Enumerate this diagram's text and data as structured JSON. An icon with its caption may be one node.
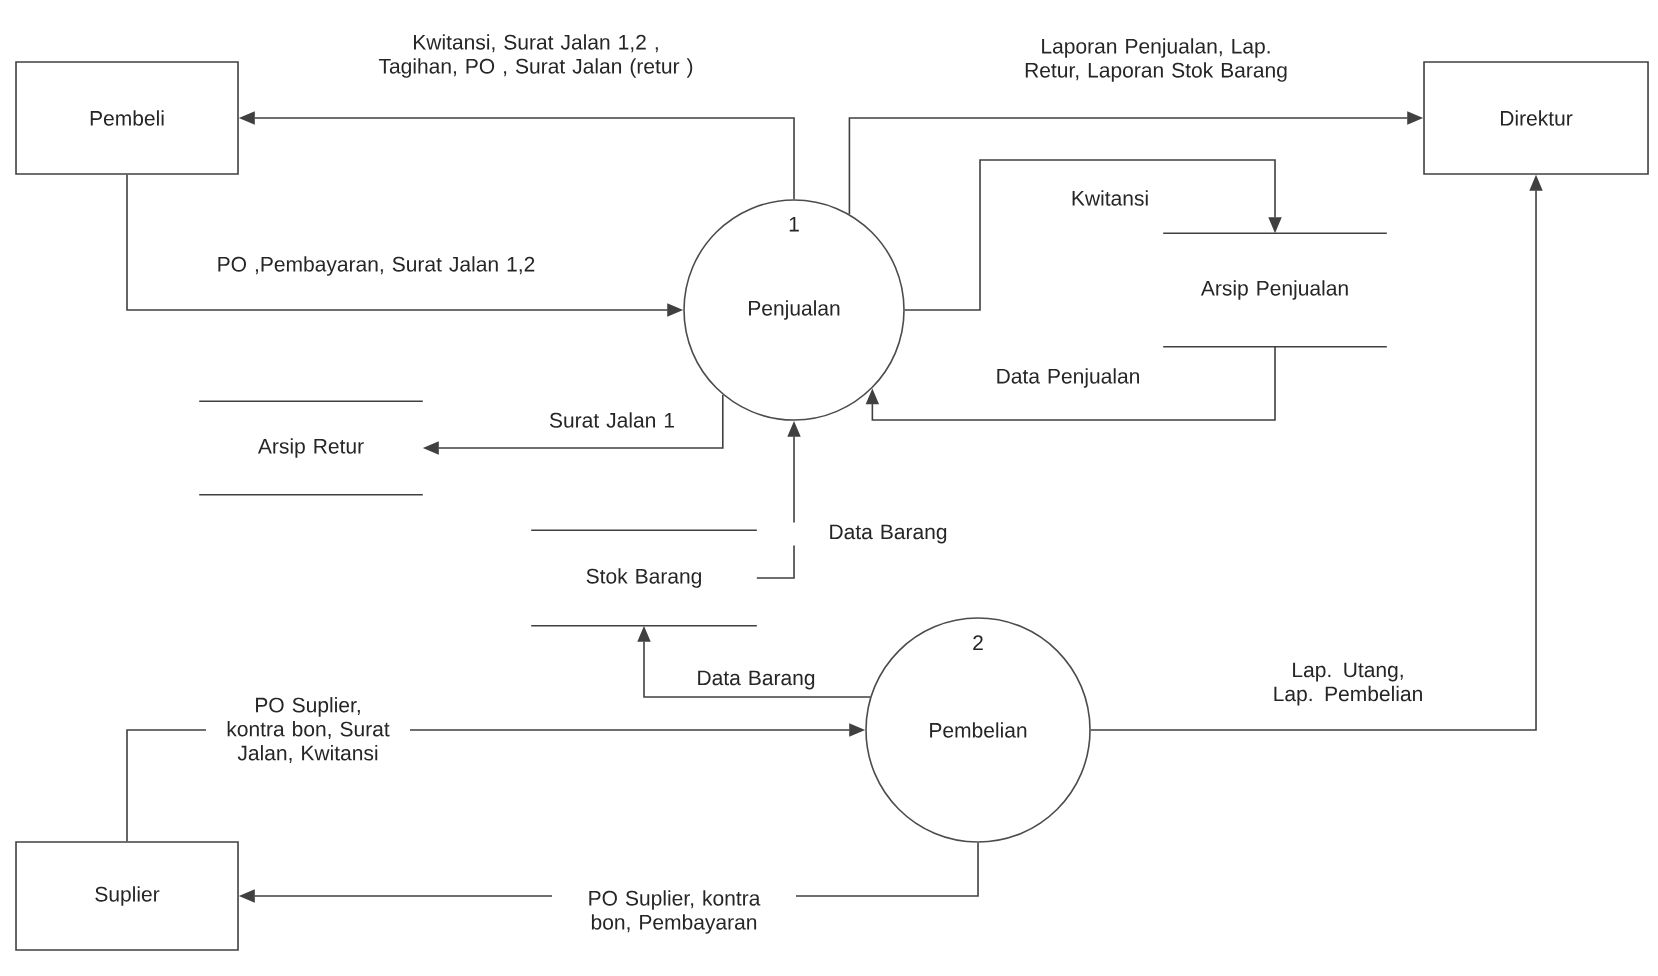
{
  "diagram": {
    "nodes": [
      {
        "text": [
          "Pembeli"
        ]
      },
      {
        "text": [
          "1",
          "Penjualan"
        ]
      },
      {
        "text": [
          "Direktur"
        ]
      },
      {
        "text": [
          "Arsip Penjualan"
        ]
      },
      {
        "text": [
          "Arsip Retur"
        ]
      },
      {
        "text": [
          "Stok Barang"
        ]
      },
      {
        "text": [
          "2",
          "Pembelian"
        ]
      },
      {
        "text": [
          "Suplier"
        ]
      }
    ],
    "edges": [
      {
        "from": 1,
        "to": 0,
        "arrow": "to",
        "label": "Kwitansi, Surat Jalan 1,2 , Tagihan, PO , Surat Jalan (retur )"
      },
      {
        "from": 0,
        "to": 1,
        "arrow": "to",
        "label": "PO ,Pembayaran, Surat Jalan 1,2"
      },
      {
        "from": 1,
        "to": 2,
        "arrow": "to",
        "label": "Laporan Penjualan, Lap. Retur, Laporan Stok Barang"
      },
      {
        "from": 1,
        "to": 3,
        "arrow": "to",
        "label": "Kwitansi"
      },
      {
        "from": 3,
        "to": 1,
        "arrow": "to",
        "label": "Data Penjualan"
      },
      {
        "from": 1,
        "to": 4,
        "arrow": "to",
        "label": "Surat Jalan 1"
      },
      {
        "from": 5,
        "to": 1,
        "arrow": "to",
        "label": "Data Barang"
      },
      {
        "from": 6,
        "to": 5,
        "arrow": "to",
        "label": "Data Barang"
      },
      {
        "from": 7,
        "to": 6,
        "arrow": "to",
        "label": "PO Suplier, kontra bon, Surat Jalan, Kwitansi"
      },
      {
        "from": 6,
        "to": 7,
        "arrow": "to",
        "label": "PO Suplier, kontra bon, Pembayaran"
      },
      {
        "from": 6,
        "to": 2,
        "arrow": "to",
        "label": "Lap. Utang, Lap. Pembelian"
      }
    ]
  }
}
